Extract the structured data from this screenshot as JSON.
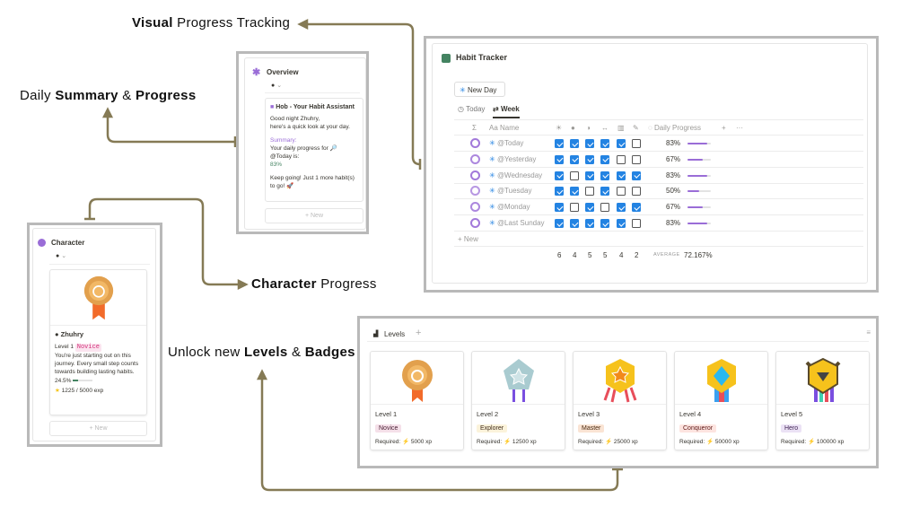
{
  "labels": {
    "visual": {
      "bold": "Visual",
      "rest": " Progress Tracking"
    },
    "daily": {
      "pre": "Daily ",
      "b1": "Summary",
      "mid": " & ",
      "b2": "Progress"
    },
    "character": {
      "bold": "Character",
      "rest": " Progress"
    },
    "unlock": {
      "pre": "Unlock new ",
      "b1": "Levels",
      "mid": " & ",
      "b2": "Badges"
    }
  },
  "colors": {
    "connector": "#857a55",
    "accent": "#9a6dd7",
    "check": "#2383e2"
  },
  "habit": {
    "title": "Habit Tracker",
    "new_day": "New Day",
    "tabs": [
      "Today",
      "Week"
    ],
    "sigma": "Σ",
    "name_header": "Aa Name",
    "habit_icons": [
      "sun-icon",
      "drop-icon",
      "moon-icon",
      "dumbbell-icon",
      "book-icon",
      "journal-icon"
    ],
    "progress_header": "Daily Progress",
    "add_row": "+ New",
    "rows": [
      {
        "name": "@Today",
        "checks": [
          1,
          1,
          1,
          1,
          1,
          0
        ],
        "progress": "83%",
        "pct": 83
      },
      {
        "name": "@Yesterday",
        "checks": [
          1,
          1,
          1,
          1,
          0,
          0
        ],
        "progress": "67%",
        "pct": 67
      },
      {
        "name": "@Wednesday",
        "checks": [
          1,
          0,
          1,
          1,
          1,
          1
        ],
        "progress": "83%",
        "pct": 83
      },
      {
        "name": "@Tuesday",
        "checks": [
          1,
          1,
          0,
          1,
          0,
          0
        ],
        "progress": "50%",
        "pct": 50
      },
      {
        "name": "@Monday",
        "checks": [
          1,
          0,
          1,
          0,
          1,
          1
        ],
        "progress": "67%",
        "pct": 67
      },
      {
        "name": "@Last Sunday",
        "checks": [
          1,
          1,
          1,
          1,
          1,
          0
        ],
        "progress": "83%",
        "pct": 83
      }
    ],
    "totals": [
      "6",
      "4",
      "5",
      "5",
      "4",
      "2"
    ],
    "average_label": "AVERAGE",
    "average_value": "72.167%"
  },
  "overview": {
    "title": "Overview",
    "assistant_title": "Hob - Your Habit Assistant",
    "greeting1": "Good night Zhuhry,",
    "greeting2": "here's a quick look at your day.",
    "summary_label": "Summary:",
    "progress_text": "Your daily progress for 🔎 @Today is:",
    "progress_value": "83%",
    "keep_going": "Keep going! Just 1 more habit(s) to go! 🚀",
    "new": "+ New"
  },
  "character": {
    "title": "Character",
    "name": "Zhuhry",
    "level": "Level 1",
    "tag": "Novice",
    "desc": "You're just starting out on this journey. Every small step counts towards building lasting habits.",
    "progress": "24.5%",
    "pct": 24.5,
    "exp": "1225 / 5000 exp",
    "new": "+ New"
  },
  "levels": {
    "title": "Levels",
    "items": [
      {
        "name": "Level 1",
        "tag": "Novice",
        "req": "Required: ⚡ 5000 xp",
        "tagbg": "#f5e0e9",
        "tagfg": "#4c2337",
        "badge": "bronze"
      },
      {
        "name": "Level 2",
        "tag": "Explorer",
        "req": "Required: ⚡ 12500 xp",
        "tagbg": "#fbf3db",
        "tagfg": "#402c1b",
        "badge": "silver"
      },
      {
        "name": "Level 3",
        "tag": "Master",
        "req": "Required: ⚡ 25000 xp",
        "tagbg": "#fae4d4",
        "tagfg": "#49290e",
        "badge": "gold"
      },
      {
        "name": "Level 4",
        "tag": "Conqueror",
        "req": "Required: ⚡ 50000 xp",
        "tagbg": "#fde4e0",
        "tagfg": "#5d1715",
        "badge": "diamond"
      },
      {
        "name": "Level 5",
        "tag": "Hero",
        "req": "Required: ⚡ 100000 xp",
        "tagbg": "#ebe2f5",
        "tagfg": "#412454",
        "badge": "hero"
      }
    ]
  }
}
